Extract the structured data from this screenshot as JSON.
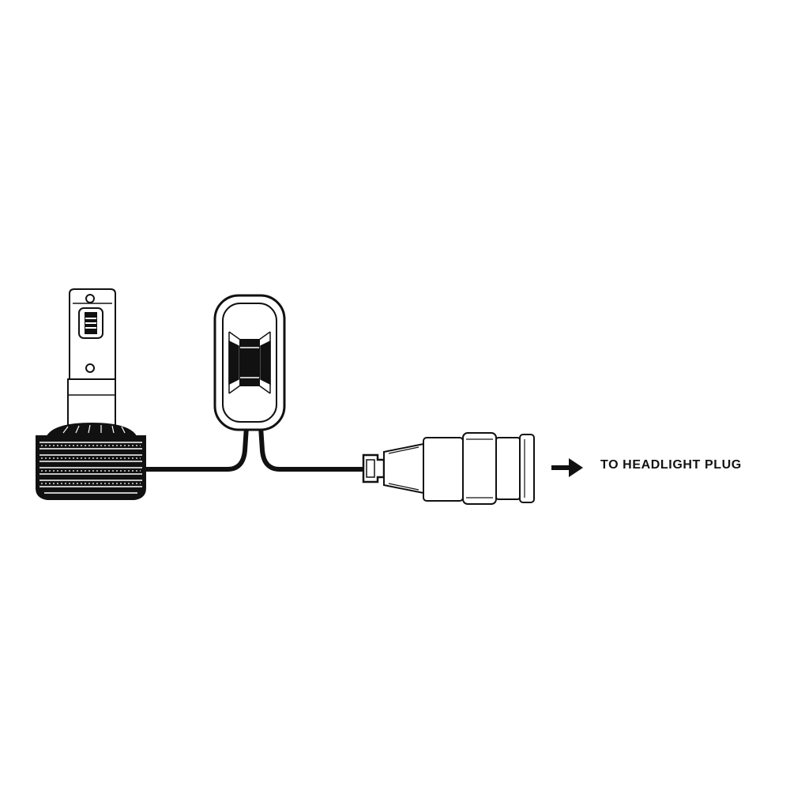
{
  "diagram": {
    "label": "TO HEADLIGHT PLUG",
    "components": [
      {
        "name": "led-bulb",
        "icon": "led-bulb-icon"
      },
      {
        "name": "decoder-module",
        "icon": "canbus-decoder-icon"
      },
      {
        "name": "headlight-connector",
        "icon": "plug-connector-icon"
      },
      {
        "name": "direction-arrow",
        "icon": "arrow-right-icon"
      }
    ],
    "colors": {
      "line": "#111111",
      "fill": "#ffffff",
      "background": "#ffffff"
    }
  }
}
